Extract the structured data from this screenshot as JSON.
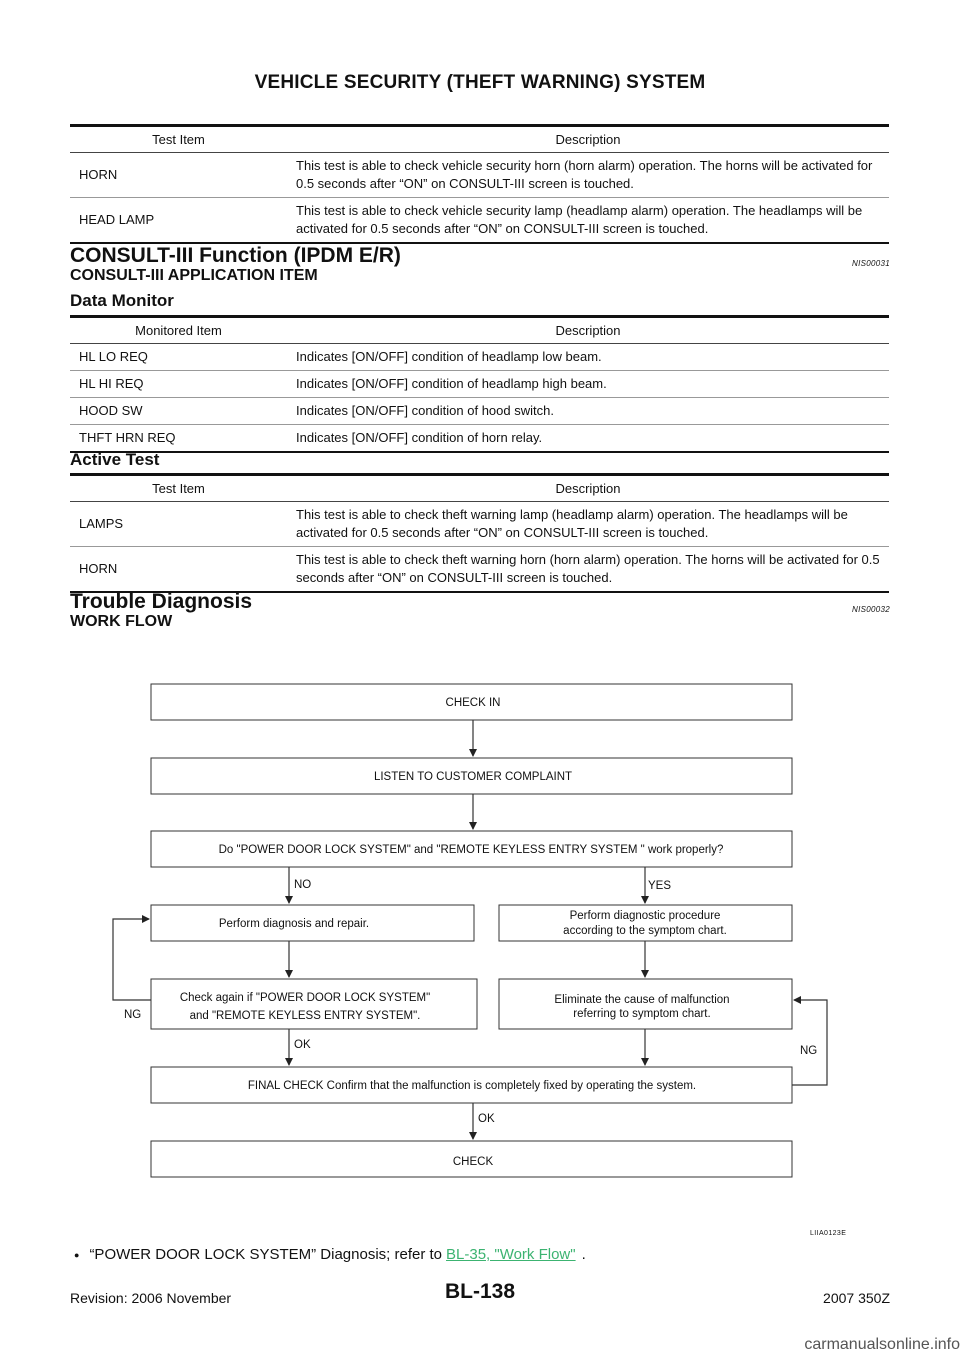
{
  "header": {
    "title": "VEHICLE SECURITY (THEFT WARNING) SYSTEM"
  },
  "table1": {
    "headers": [
      "Test Item",
      "Description"
    ],
    "rows": [
      [
        "HORN",
        "This test is able to check vehicle security horn (horn alarm) operation. The horns will be activated for 0.5 seconds after “ON” on CONSULT-III screen is touched."
      ],
      [
        "HEAD LAMP",
        "This test is able to check vehicle security lamp (headlamp alarm) operation. The headlamps will be activated for 0.5 seconds after “ON” on CONSULT-III screen is touched."
      ]
    ]
  },
  "section1": {
    "title": "CONSULT-III Function (IPDM E/R)",
    "code": "NIS00031",
    "subtitle": "CONSULT-III APPLICATION ITEM",
    "data_monitor_title": "Data Monitor",
    "active_test_title": "Active Test"
  },
  "table2": {
    "headers": [
      "Monitored Item",
      "Description"
    ],
    "rows": [
      [
        "HL LO REQ",
        "Indicates [ON/OFF] condition of headlamp low beam."
      ],
      [
        "HL HI REQ",
        "Indicates [ON/OFF] condition of headlamp high beam."
      ],
      [
        "HOOD SW",
        "Indicates [ON/OFF] condition of hood switch."
      ],
      [
        "THFT HRN REQ",
        "Indicates [ON/OFF] condition of horn relay."
      ]
    ]
  },
  "table3": {
    "headers": [
      "Test Item",
      "Description"
    ],
    "rows": [
      [
        "LAMPS",
        "This test is able to check theft warning lamp (headlamp alarm) operation. The headlamps will be activated for 0.5 seconds after “ON” on CONSULT-III screen is touched."
      ],
      [
        "HORN",
        "This test is able to check theft warning horn (horn alarm) operation. The horns will be activated for 0.5 seconds after “ON” on CONSULT-III screen is touched."
      ]
    ]
  },
  "section2": {
    "title": "Trouble Diagnosis",
    "code": "NIS00032",
    "subtitle": "WORK FLOW"
  },
  "flowchart": {
    "check_in": "CHECK IN",
    "listen": "LISTEN TO CUSTOMER COMPLAINT",
    "question": "Do \"POWER DOOR LOCK SYSTEM\" and \"REMOTE  KEYLESS   ENTRY  SYSTEM \" work properly?",
    "no": "NO",
    "yes": "YES",
    "perform_repair": "Perform diagnosis and repair.",
    "perform_diag_1": "Perform diagnostic procedure",
    "perform_diag_2": "according to the symptom chart.",
    "check_again_1": "Check again if \"POWER DOOR LOCK SYSTEM\"",
    "check_again_2": "and \"REMOTE   KEYLESS   ENTRY  SYSTEM\".",
    "eliminate_1": "Eliminate the cause of malfunction",
    "eliminate_2": "referring to symptom chart.",
    "ng_left": "NG",
    "ok_1": "OK",
    "ng_right": "NG",
    "final_check": "FINAL CHECK Confirm that the malfunction is completely fixed by operating the system.",
    "ok_2": "OK",
    "check": "CHECK",
    "figure_code": "LIIA0123E"
  },
  "note": {
    "bullet": "●",
    "text": "“POWER DOOR LOCK SYSTEM” Diagnosis; refer to",
    "link": "BL-35, \"Work Flow\"",
    "end": "."
  },
  "footer": {
    "revision": "Revision: 2006 November",
    "page": "BL-138",
    "model": "2007 350Z",
    "watermark": "carmanualsonline.info"
  }
}
